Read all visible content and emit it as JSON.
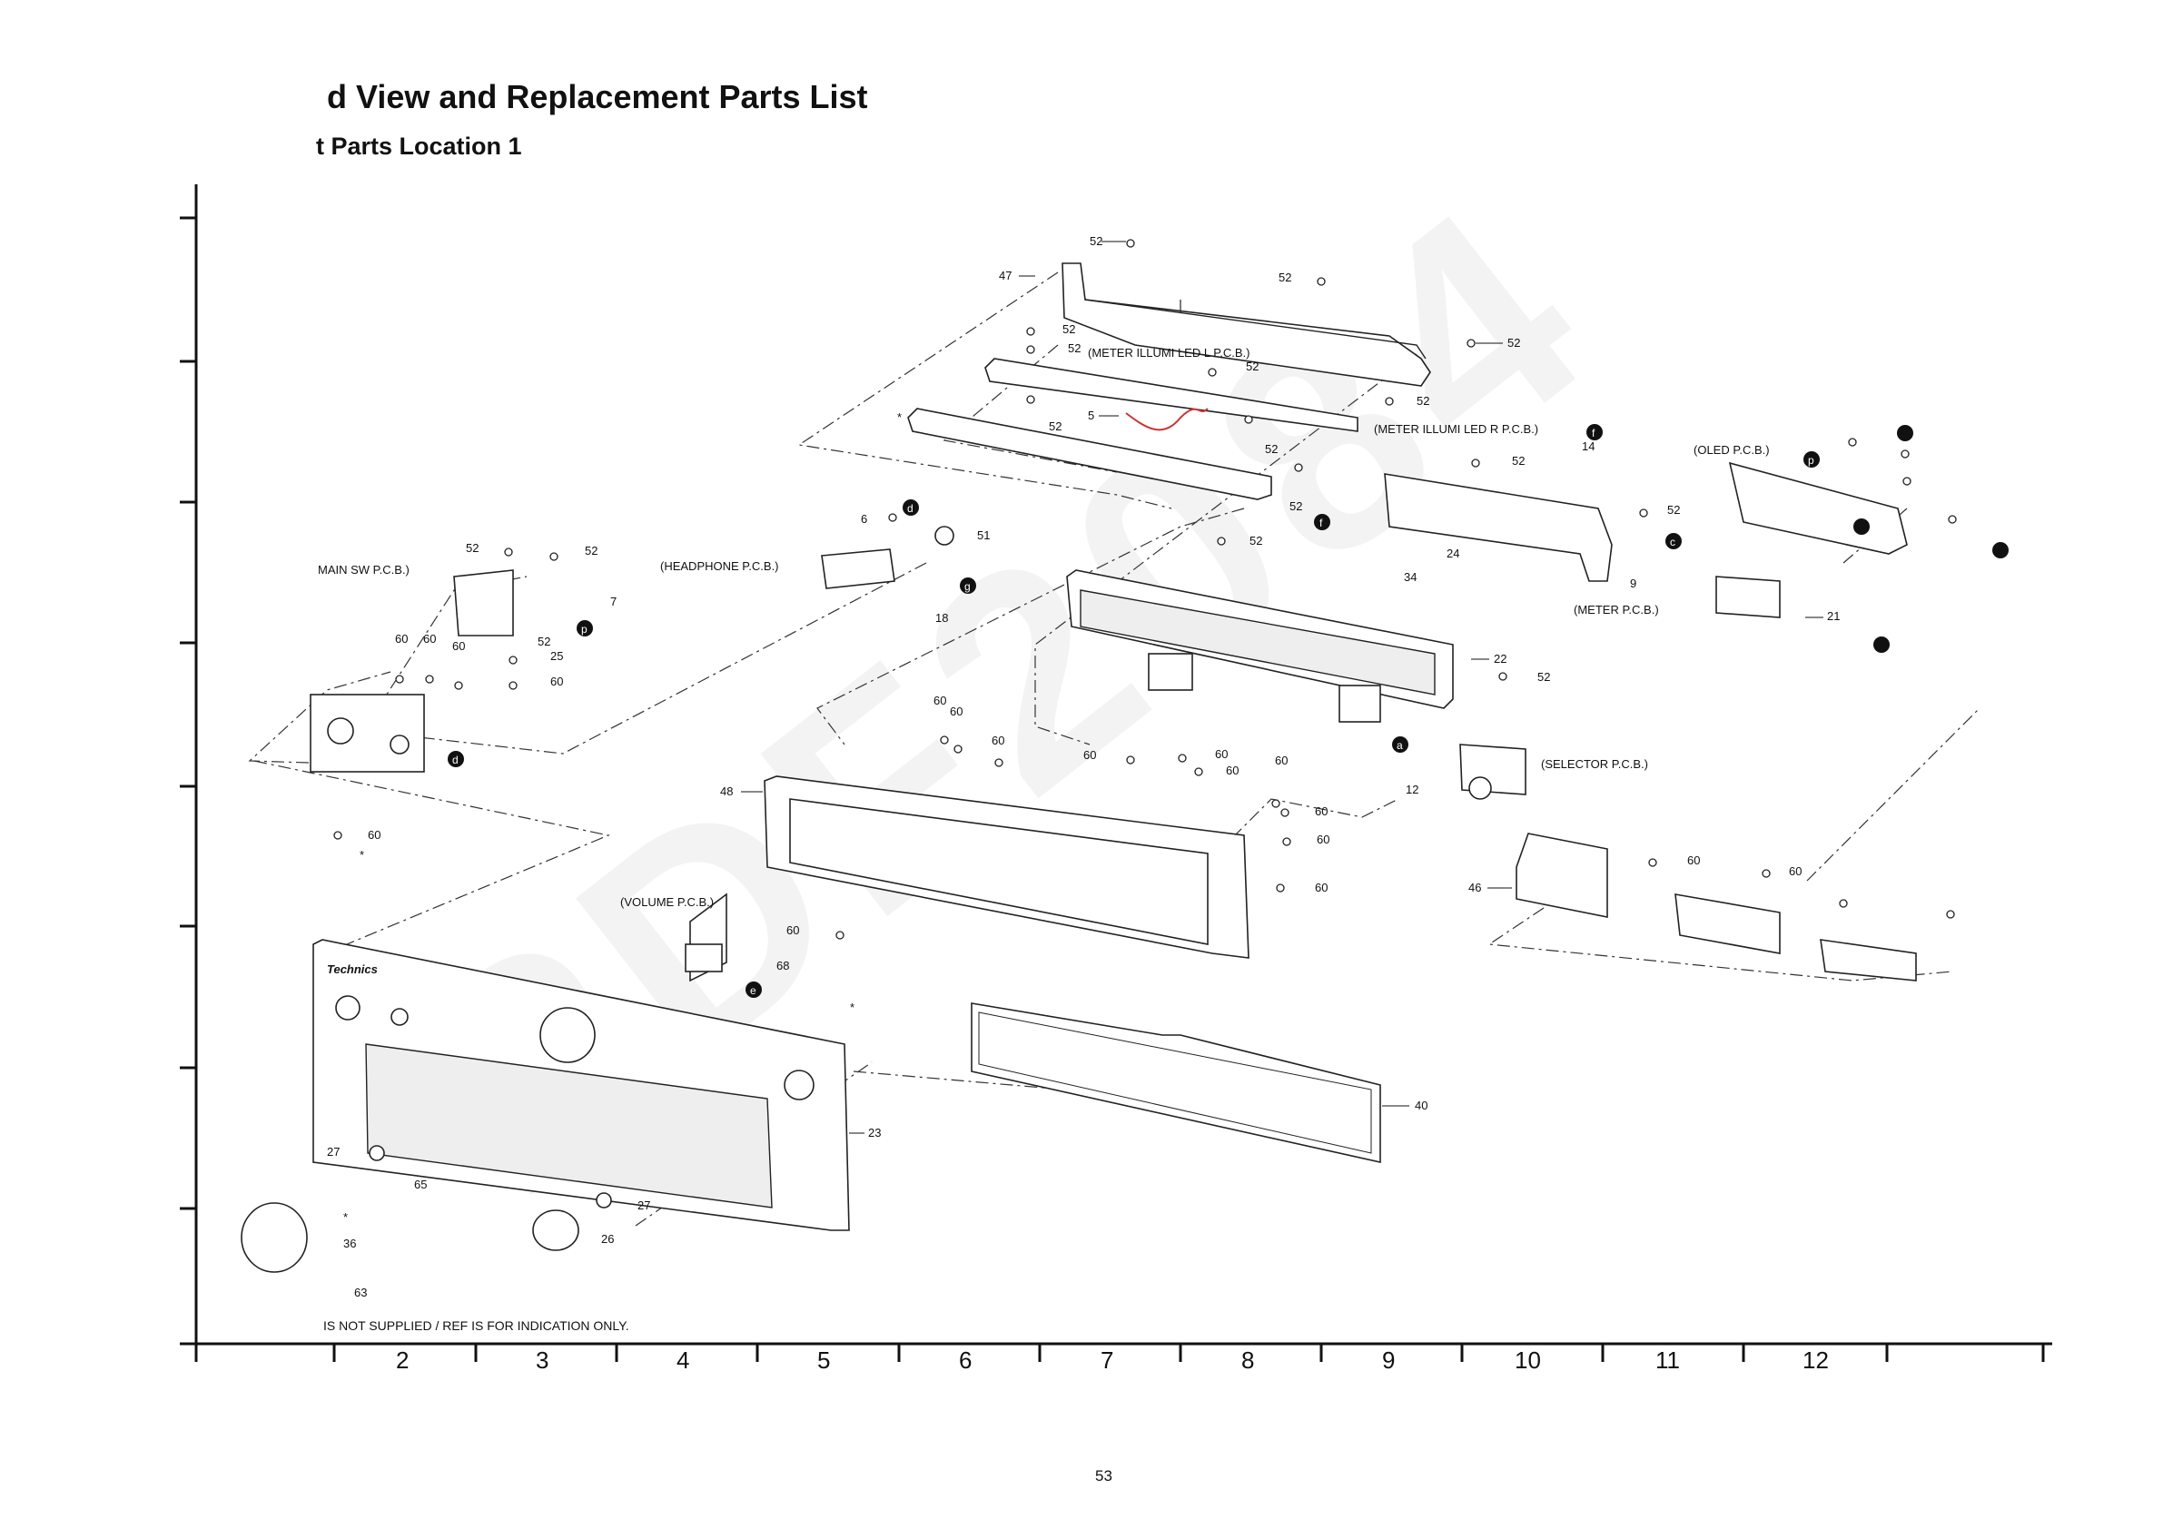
{
  "header": {
    "title": "d View and Replacement Parts List",
    "subtitle": "t Parts Location 1"
  },
  "watermark": "PDF2084",
  "footer_note": "IS NOT SUPPLIED / REF IS FOR INDICATION ONLY.",
  "page_number": "53",
  "grid": {
    "columns": [
      "2",
      "3",
      "4",
      "5",
      "6",
      "7",
      "8",
      "9",
      "10",
      "11",
      "12"
    ]
  },
  "pcb_labels": {
    "meter_illumi_l": "(METER ILLUMI LED L P.C.B.)",
    "meter_illumi_r": "(METER ILLUMI LED R P.C.B.)",
    "oled": "(OLED P.C.B.)",
    "main_sw": "MAIN SW P.C.B.)",
    "headphone": "(HEADPHONE P.C.B.)",
    "meter": "(METER P.C.B.)",
    "selector": "(SELECTOR P.C.B.)",
    "volume": "(VOLUME P.C.B.)"
  },
  "connector_markers": [
    "d",
    "g",
    "f",
    "c",
    "p",
    "a",
    "e"
  ],
  "part_refs": {
    "r52": "52",
    "r47": "47",
    "r5": "5",
    "r14": "14",
    "r9": "9",
    "r24": "24",
    "r34": "34",
    "r21": "21",
    "r22": "22",
    "r6": "6",
    "r51": "51",
    "r18": "18",
    "r7": "7",
    "r25": "25",
    "r60": "60",
    "r48": "48",
    "r12": "12",
    "r46": "46",
    "r68": "68",
    "r23": "23",
    "r40": "40",
    "r27": "27",
    "r65": "65",
    "r26": "26",
    "r36": "36",
    "r63": "63",
    "star": "*"
  },
  "brand_mark": "Technics"
}
